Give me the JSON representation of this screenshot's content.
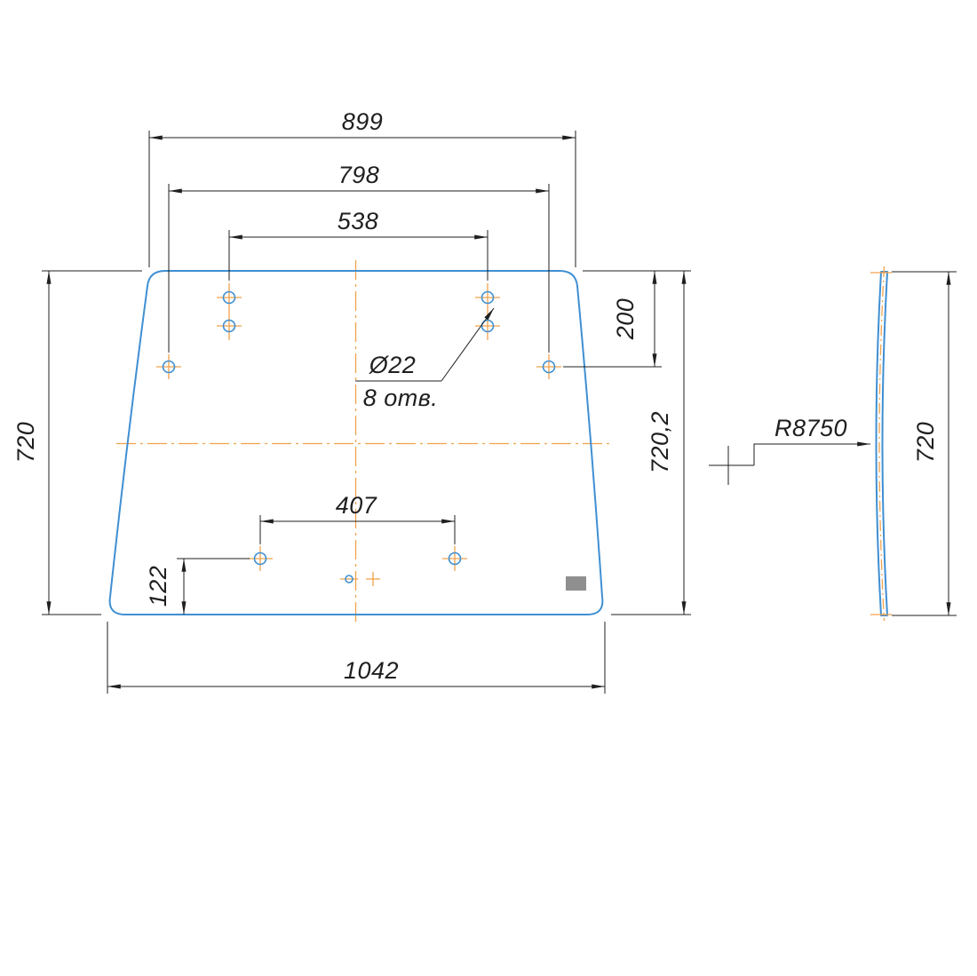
{
  "drawing": {
    "front_view": {
      "dims": {
        "top_width": "899",
        "outer_hole_span": "798",
        "upper_hole_span": "538",
        "right_hole_offset": "200",
        "height_left": "720",
        "height_right": "720,2",
        "lower_hole_height": "122",
        "lower_hole_span": "407",
        "bottom_width": "1042"
      },
      "hole_note": {
        "diameter": "Ø22",
        "count": "8 отв."
      }
    },
    "side_view": {
      "dims": {
        "radius": "R8750",
        "height": "720"
      }
    },
    "colors": {
      "outline_blue": "#3f8fd2",
      "centerline_orange": "#f2a24b",
      "dimension_dark": "#1f1f1f",
      "detail_gray": "#8f8f8f",
      "background": "#ffffff"
    }
  }
}
